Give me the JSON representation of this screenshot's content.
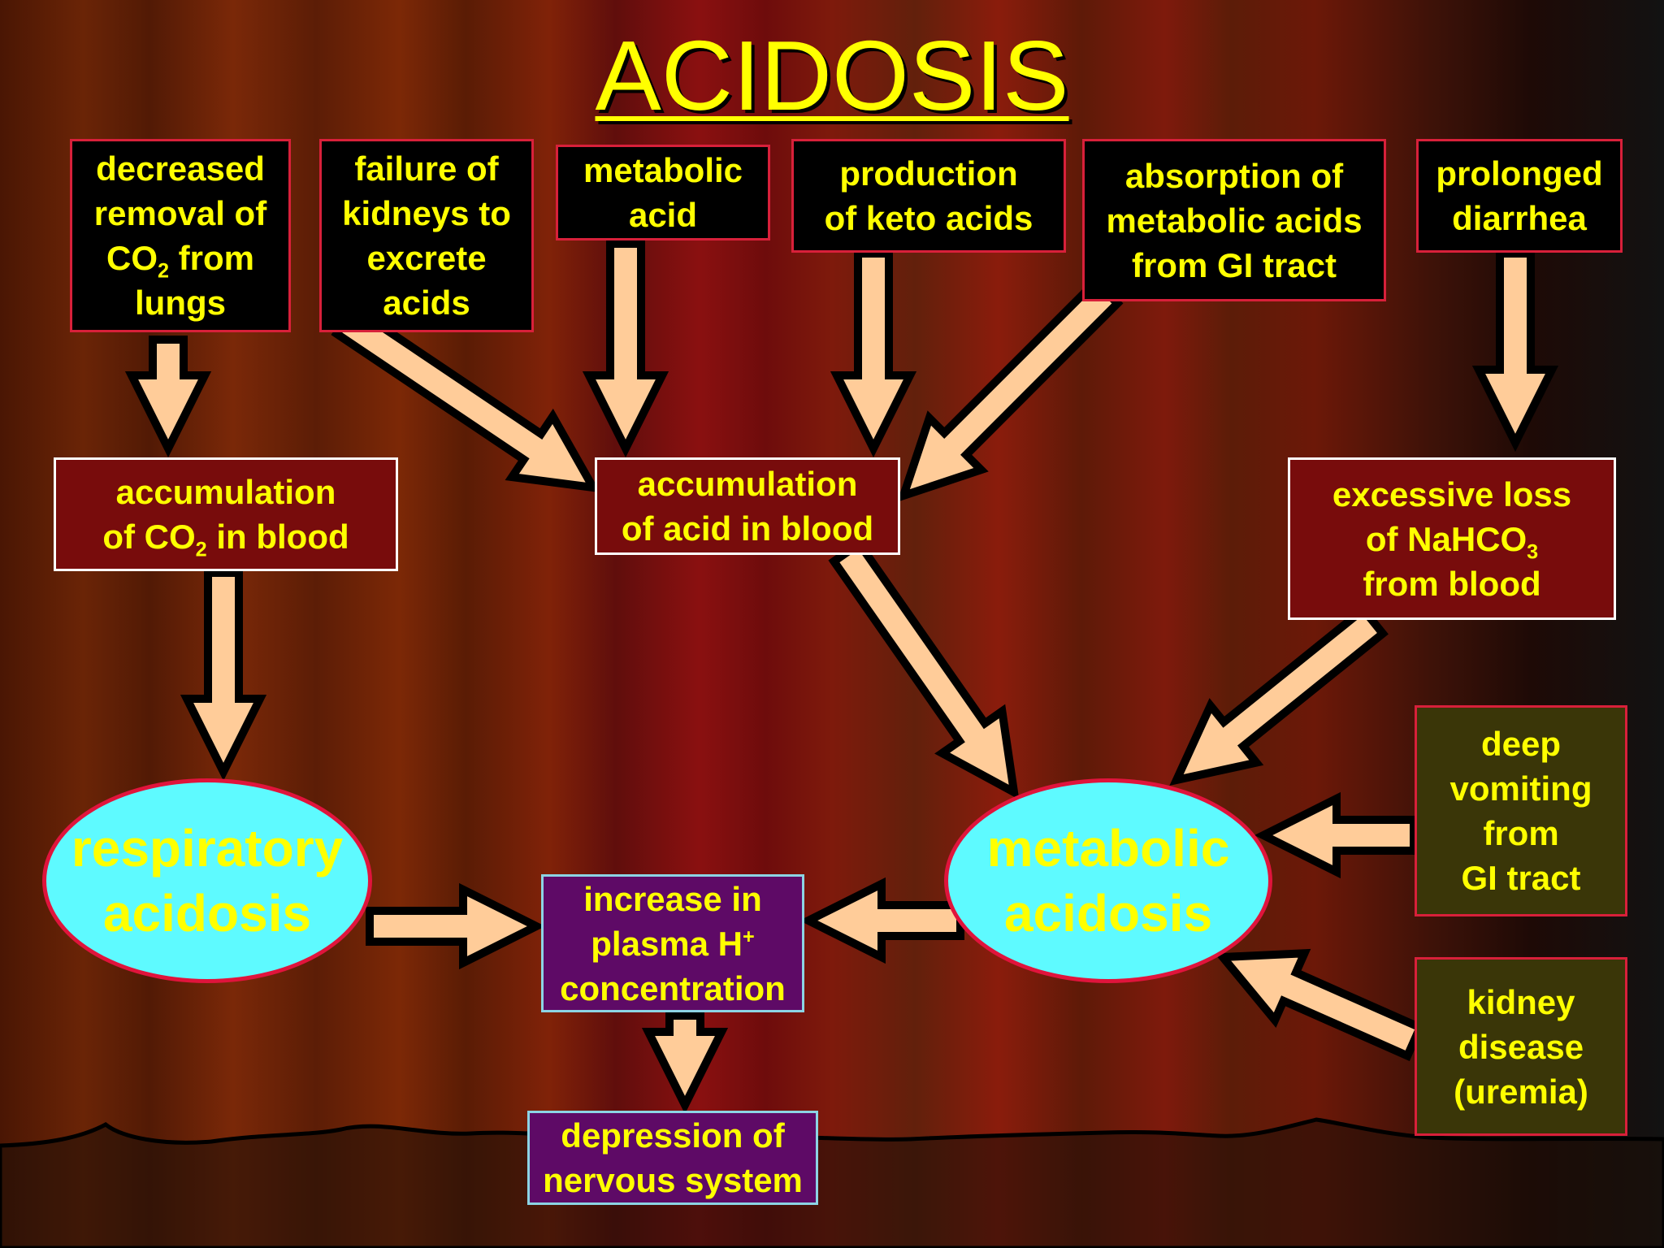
{
  "title": "ACIDOSIS",
  "causes": {
    "co2_removal": {
      "line1": "decreased",
      "line2": "removal of",
      "line3_main": "CO",
      "line3_sub": "2",
      "line3_tail": " from",
      "line4": "lungs"
    },
    "kidney_failure": {
      "line1": "failure of",
      "line2": "kidneys to",
      "line3": "excrete",
      "line4": "acids"
    },
    "metabolic_acid": {
      "line1": "metabolic",
      "line2": "acid"
    },
    "keto_acids": {
      "line1": "production",
      "line2": "of keto acids"
    },
    "gi_absorption": {
      "line1": "absorption of",
      "line2": "metabolic acids",
      "line3": "from GI tract"
    },
    "diarrhea": {
      "line1": "prolonged",
      "line2": "diarrhea"
    }
  },
  "intermediates": {
    "co2_accum": {
      "line1": "accumulation",
      "line2_main": "of CO",
      "line2_sub": "2",
      "line2_tail": " in blood"
    },
    "acid_accum": {
      "line1": "accumulation",
      "line2": "of acid in blood"
    },
    "bicarb_loss": {
      "line1": "excessive loss",
      "line2_main": "of NaHCO",
      "line2_sub": "3",
      "line3": "from blood"
    }
  },
  "conditions": {
    "respiratory": {
      "line1": "respiratory",
      "line2": "acidosis"
    },
    "metabolic": {
      "line1": "metabolic",
      "line2": "acidosis"
    }
  },
  "external": {
    "vomiting": {
      "line1": "deep",
      "line2": "vomiting",
      "line3": "from",
      "line4": "GI tract"
    },
    "kidney_disease": {
      "line1": "kidney",
      "line2": "disease",
      "line3": "(uremia)"
    }
  },
  "effects": {
    "h_increase": {
      "line1": "increase in",
      "line2_main": "plasma H",
      "line2_sup": "+",
      "line3": "concentration"
    },
    "depression": {
      "line1": "depression of",
      "line2": "nervous system"
    }
  },
  "colors": {
    "text": "#ffff00",
    "arrow_fill": "#ffcc99",
    "arrow_outline": "#000000",
    "oval_fill": "#5efaff",
    "oval_border": "#e0143c",
    "cause_border": "#d8203a",
    "accum_fill": "#780c0c",
    "external_fill": "#3a3608",
    "effect_fill": "#5e0a66"
  }
}
